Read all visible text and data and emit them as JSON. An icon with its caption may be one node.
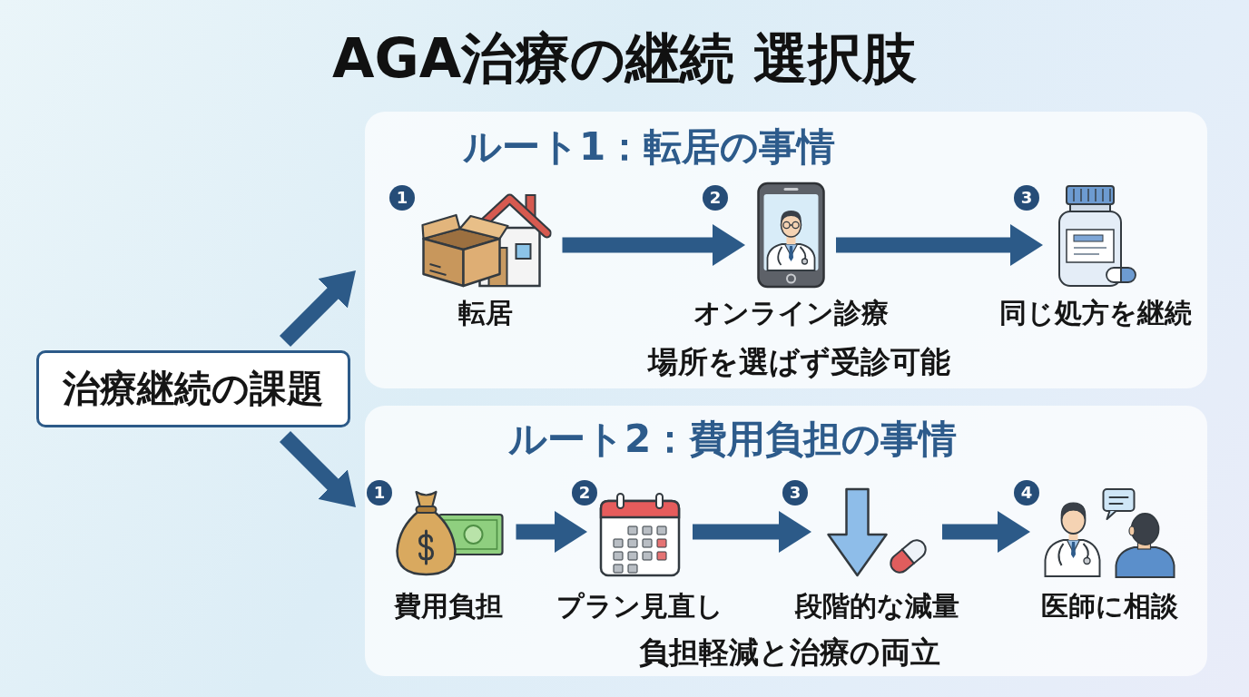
{
  "diagram": {
    "title": "AGA治療の継続 選択肢",
    "nodes": [
      {
        "text": [
          "治療継続の課題"
        ]
      },
      {
        "text": [
          "ルート1：転居の事情",
          "場所を選ばず受診可能"
        ]
      },
      {
        "text": [
          "転居"
        ],
        "in": 1,
        "beside": [
          "1"
        ]
      },
      {
        "text": [
          "オンライン診療"
        ],
        "in": 1,
        "beside": [
          "2"
        ]
      },
      {
        "text": [
          "同じ処方を継続"
        ],
        "in": 1,
        "beside": [
          "3"
        ]
      },
      {
        "text": [
          "ルート2：費用負担の事情",
          "負担軽減と治療の両立"
        ]
      },
      {
        "text": [
          "費用負担"
        ],
        "in": 5,
        "beside": [
          "1"
        ]
      },
      {
        "text": [
          "プラン見直し"
        ],
        "in": 5,
        "beside": [
          "2"
        ]
      },
      {
        "text": [
          "段階的な減量"
        ],
        "in": 5,
        "beside": [
          "3"
        ]
      },
      {
        "text": [
          "医師に相談"
        ],
        "in": 5,
        "beside": [
          "4"
        ]
      }
    ],
    "edges": [
      {
        "from": 0,
        "to": 1,
        "arrow": "to"
      },
      {
        "from": 0,
        "to": 5,
        "arrow": "to"
      },
      {
        "from": 2,
        "to": 3,
        "arrow": "to"
      },
      {
        "from": 3,
        "to": 4,
        "arrow": "to"
      },
      {
        "from": 6,
        "to": 7,
        "arrow": "to"
      },
      {
        "from": 7,
        "to": 8,
        "arrow": "to"
      },
      {
        "from": 8,
        "to": 9,
        "arrow": "to"
      }
    ]
  }
}
